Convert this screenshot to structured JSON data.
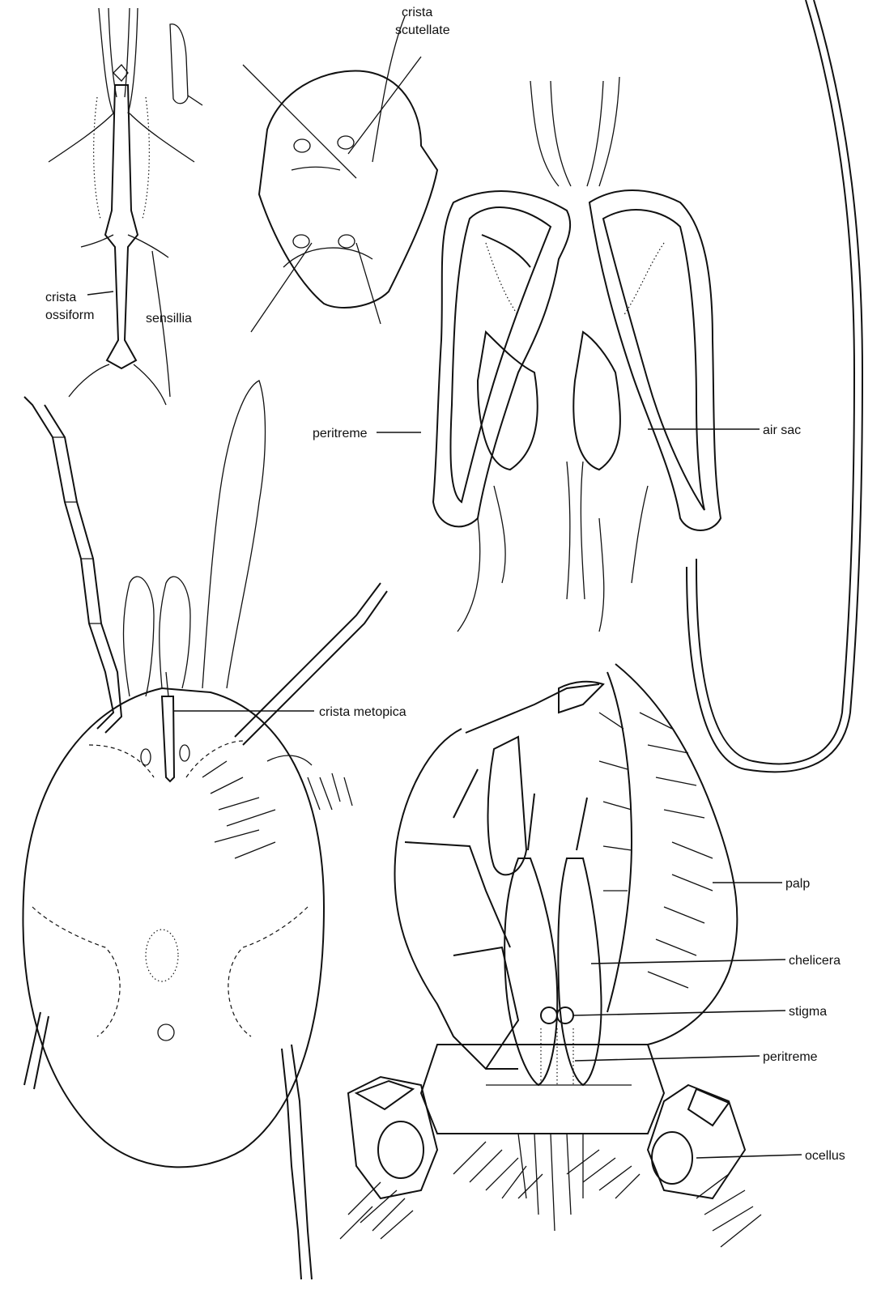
{
  "labels": {
    "crista_scutellate_1": "crista",
    "crista_scutellate_2": "scutellate",
    "crista_ossiform_1": "crista",
    "crista_ossiform_2": "ossiform",
    "sensillia": "sensillia",
    "peritreme_top": "peritreme",
    "air_sac": "air sac",
    "crista_metopica": "crista metopica",
    "palp": "palp",
    "chelicera": "chelicera",
    "stigma": "stigma",
    "peritreme_bottom": "peritreme",
    "ocellus": "ocellus"
  }
}
